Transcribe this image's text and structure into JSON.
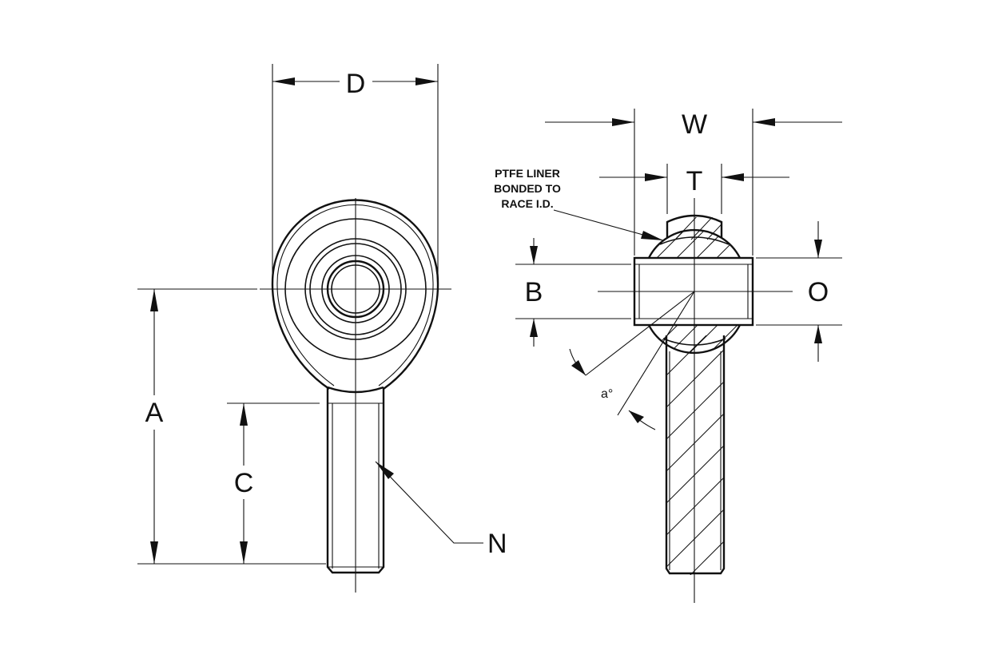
{
  "labels": {
    "D": "D",
    "A": "A",
    "C": "C",
    "N": "N",
    "W": "W",
    "T": "T",
    "B": "B",
    "O": "O",
    "angle": "a°"
  },
  "note": {
    "line1": "PTFE LINER",
    "line2": "BONDED TO",
    "line3": "RACE I.D."
  }
}
